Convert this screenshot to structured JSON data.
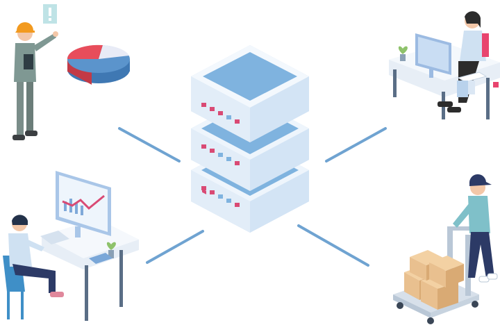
{
  "diagram": {
    "hub": {
      "icon": "server-stack-icon",
      "layers": 3
    },
    "nodes": [
      {
        "id": "inspector",
        "icon": "worker-with-pie-chart-icon"
      },
      {
        "id": "office-desk",
        "icon": "office-worker-desk-icon"
      },
      {
        "id": "analyst",
        "icon": "analyst-computer-chart-icon"
      },
      {
        "id": "delivery",
        "icon": "delivery-worker-cart-icon"
      }
    ]
  },
  "colors": {
    "server_top": "#7fb3df",
    "server_side": "#dde9f6",
    "connector": "#6fa3d1",
    "pie_red": "#e84d5b",
    "pie_blue": "#5b94cc",
    "box": "#e9c08f"
  }
}
